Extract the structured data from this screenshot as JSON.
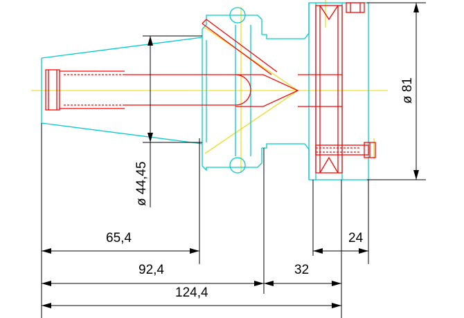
{
  "colors": {
    "outline": "#00cccc",
    "hidden_parts": "#ff0000",
    "centerlines": "#e8d800",
    "dimensions": "#000000",
    "background": "#ffffff"
  },
  "dimensions": {
    "shank_diameter": "ø 44,45",
    "flange_diameter": "ø 81",
    "length_a": "65,4",
    "length_b": "92,4",
    "length_c": "124,4",
    "length_d": "32",
    "length_e": "24"
  }
}
